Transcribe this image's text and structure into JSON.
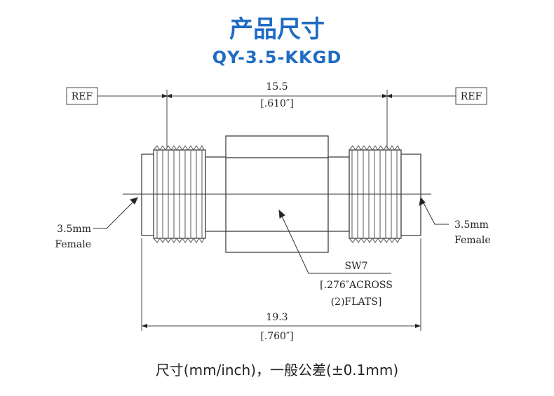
{
  "header": {
    "title": "产品尺寸",
    "model": "QY-3.5-KKGD"
  },
  "drawing": {
    "ref_left": "REF",
    "ref_right": "REF",
    "top_dim_value": "15.5",
    "top_dim_inch": "[.610″]",
    "left_connector_size": "3.5mm",
    "left_connector_gender": "Female",
    "right_connector_size": "3.5mm",
    "right_connector_gender": "Female",
    "wrench_size": "SW7",
    "wrench_inch": "[.276″ACROSS",
    "wrench_flats": "(2)FLATS]",
    "bottom_dim_value": "19.3",
    "bottom_dim_inch": "[.760″]"
  },
  "footer": {
    "note": "尺寸(mm/inch)，一般公差(±0.1mm)"
  },
  "colors": {
    "title": "#1f6bc4",
    "line": "#333333"
  }
}
